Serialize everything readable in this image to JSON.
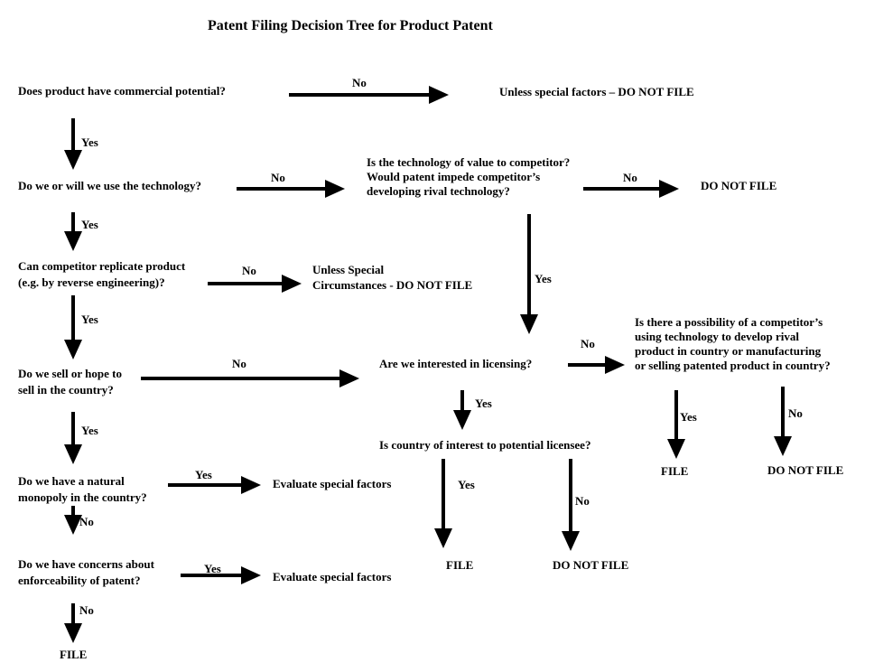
{
  "title": "Patent Filing Decision Tree for Product Patent",
  "nodes": {
    "q_commercial": [
      "Does product have commercial potential?"
    ],
    "r_unless_special": [
      "Unless special factors – DO NOT FILE"
    ],
    "q_use_tech": [
      "Do we or will we use the technology?"
    ],
    "q_value_competitor": [
      "Is the technology of value to competitor?",
      "Would patent impede competitor’s",
      "developing rival technology?"
    ],
    "r_do_not_file_1": [
      "DO NOT FILE"
    ],
    "q_replicate": [
      "Can competitor replicate product",
      "(e.g. by reverse engineering)?"
    ],
    "r_unless_circumstances": [
      "Unless Special",
      "Circumstances - DO NOT FILE"
    ],
    "q_sell": [
      "Do we sell or hope to",
      "sell in the country?"
    ],
    "q_licensing": [
      "Are we interested in licensing?"
    ],
    "q_possibility": [
      "Is there a possibility of a competitor’s",
      "using technology to develop rival",
      "product in country or manufacturing",
      "or selling patented product in country?"
    ],
    "q_country_interest": [
      "Is country of interest to potential licensee?"
    ],
    "r_file_right": [
      "FILE"
    ],
    "r_do_not_file_right": [
      "DO NOT FILE"
    ],
    "q_monopoly": [
      "Do we have a natural",
      "monopoly in the country?"
    ],
    "r_evaluate_1": [
      "Evaluate special factors"
    ],
    "r_file_mid": [
      "FILE"
    ],
    "r_do_not_file_mid": [
      "DO NOT FILE"
    ],
    "q_enforce": [
      "Do we have concerns about",
      "enforceability of patent?"
    ],
    "r_evaluate_2": [
      "Evaluate special factors"
    ],
    "r_file_bottom": [
      "FILE"
    ]
  },
  "edges": {
    "commercial_no": "No",
    "commercial_yes": "Yes",
    "use_no": "No",
    "use_yes": "Yes",
    "value_no": "No",
    "value_yes": "Yes",
    "replicate_no": "No",
    "replicate_yes": "Yes",
    "sell_no": "No",
    "sell_yes": "Yes",
    "licensing_no": "No",
    "licensing_yes": "Yes",
    "possibility_yes": "Yes",
    "possibility_no": "No",
    "country_yes": "Yes",
    "country_no": "No",
    "monopoly_yes": "Yes",
    "monopoly_no": "No",
    "enforce_yes": "Yes",
    "enforce_no": "No"
  }
}
